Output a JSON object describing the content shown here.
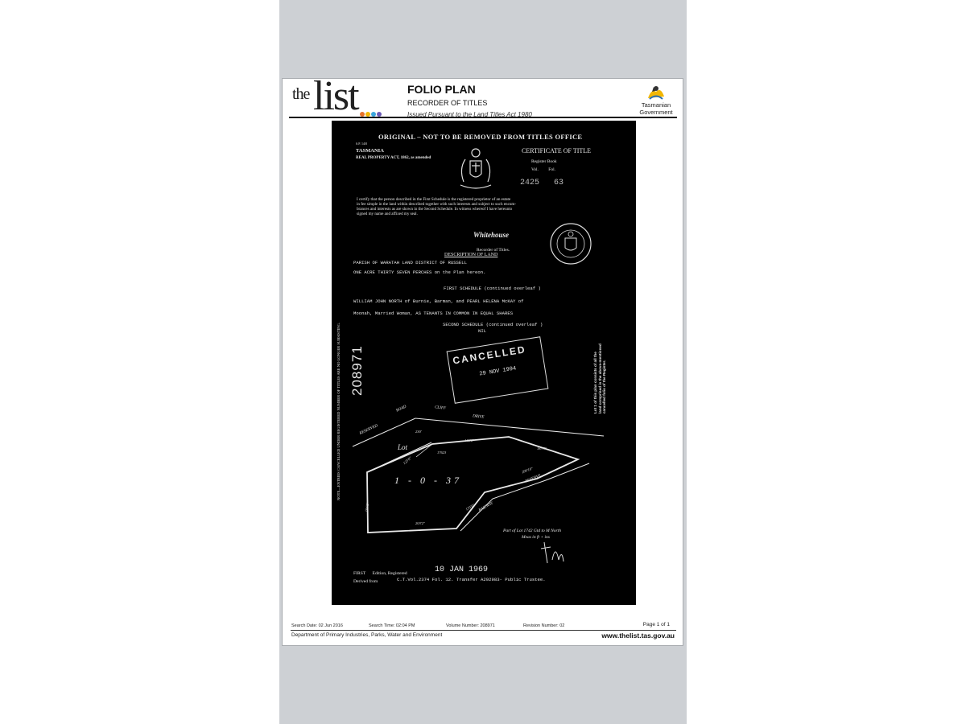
{
  "header": {
    "logo_the": "the",
    "logo_list": "list",
    "title": "FOLIO PLAN",
    "subtitle": "RECORDER OF TITLES",
    "act": "Issued Pursuant to the Land Titles Act 1980",
    "gov_line1": "Tasmanian",
    "gov_line2": "Government"
  },
  "scan": {
    "original": "ORIGINAL – NOT TO BE REMOVED FROM TITLES OFFICE",
    "form_no": "S.P. 14/0",
    "state": "TASMANIA",
    "act": "REAL PROPERTY ACT, 1862, as amended",
    "certificate": "CERTIFICATE  OF  TITLE",
    "register_book": "Register Book",
    "vol_fol": "Vol.         Fol.",
    "vol_number": "2425   63",
    "certify_lines": [
      "I certify that the person described in the First Schedule is the registered proprietor of an estate",
      "in fee simple in the land within described together with such interests and subject to such encum-",
      "brances and interests as are shown in the Second Schedule.  In witness whereof I have hereunto",
      "signed my name and affixed my seal."
    ],
    "signature": "Whitehouse",
    "recorder": "Recorder of Titles.",
    "desc_heading": "DESCRIPTION OF LAND",
    "parish": "PARISH OF WARATAH LAND DISTRICT OF RUSSELL",
    "acre": "ONE ACRE THIRTY SEVEN PERCHES on the Plan hereon.",
    "first_schedule": "FIRST SCHEDULE (continued overleaf )",
    "owners_1": "WILLIAM JOHN NORTH of Burnie, Barman, and PEARL HELENA McKAY of",
    "owners_2": "Moonah, Married Woman, AS TENANTS IN COMMON IN EQUAL SHARES",
    "second_schedule": "SECOND SCHEDULE (continued overleaf )",
    "nil": "NIL",
    "cancelled": "CANCELLED",
    "cancel_date": "29 NOV 1994",
    "registered_number": "208971",
    "side_note": "NOTE—ENTRIES CANCELLED UNDER REGISTERED NUMBER OF TITLES ARE NO LONGER SUBSISTING.",
    "right_note_1": "Lot 1 of this plan consists of all the",
    "right_note_2": "land comprised in the above-mentioned",
    "right_note_3": "cancelled folio of the Register.",
    "plan_reserved": "RESERVED",
    "plan_road": "ROAD",
    "plan_cliff": "CLIFF",
    "plan_drive": "DRIVE",
    "plan_lot": "Lot",
    "plan_lot_area": "1 - 0 - 37",
    "plan_railway": "RAILWAY",
    "plan_reserve": "RESERVE",
    "plan_note_1": "Part of Lot 1742 Gtd to M North",
    "plan_note_2": "Meas in ft + ins",
    "dim_1": "230'",
    "dim_2": "146'6\"",
    "dim_3": "183'9\"",
    "dim_4": "209'10\"",
    "dim_5": "17623",
    "dim_6": "123'0\"",
    "dim_7": "203'2\"",
    "dim_8": "104'6\"",
    "dim_9": "135'6\"",
    "edition": "FIRST      Edition, Registered",
    "edition_date": "10 JAN 1969",
    "derived": "Derived from",
    "derived_detail": "C.T.Vol.2374 Fol. 12. Transfer A292983- Public Trustee."
  },
  "footer": {
    "search_date": "Search Date: 02 Jun 2016",
    "search_time": "Search Time: 02:04 PM",
    "volume": "Volume Number: 208971",
    "revision": "Revision Number: 02",
    "page": "Page 1 of  1",
    "department": "Department of Primary Industries, Parks, Water and Environment",
    "website": "www.thelist.tas.gov.au"
  },
  "colors": {
    "viewer_bg": "#cdd0d4",
    "dot_1": "#e8732b",
    "dot_2": "#f2b705",
    "dot_3": "#3aa6dd",
    "dot_4": "#6a59b5"
  }
}
